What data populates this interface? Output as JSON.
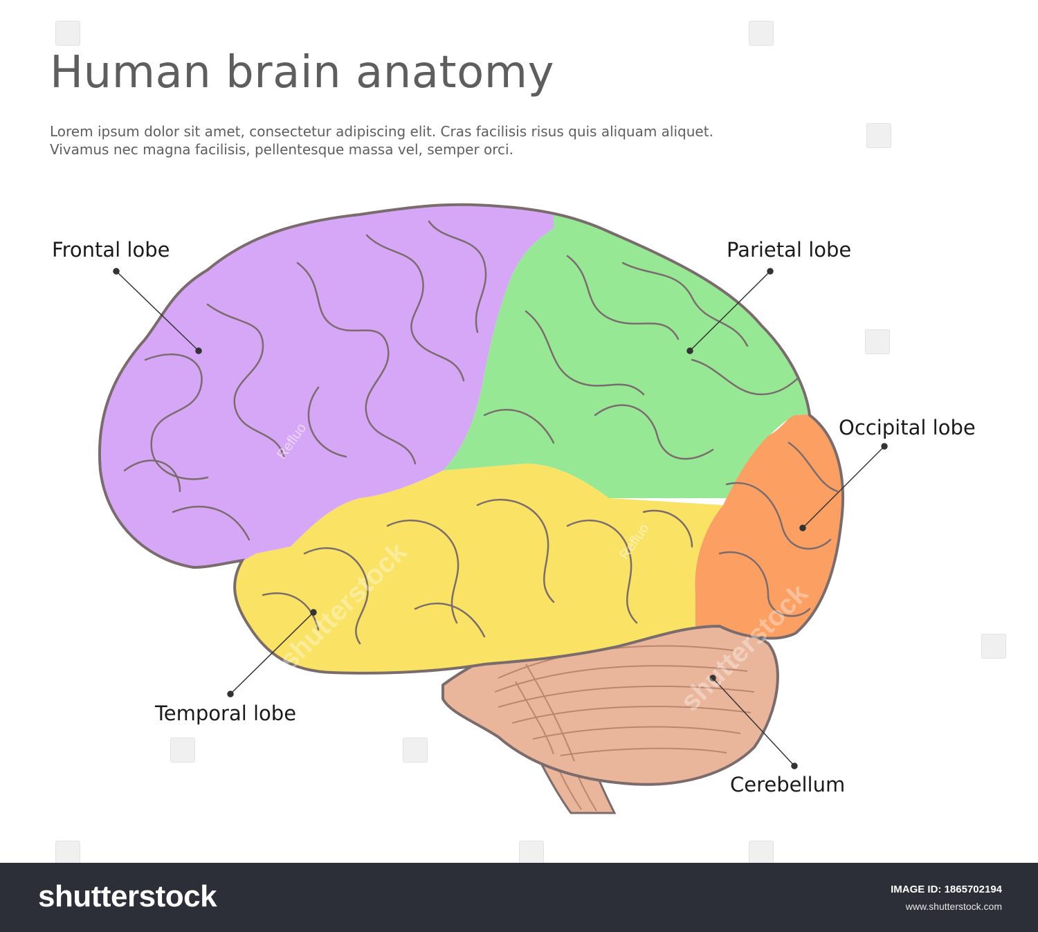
{
  "title": "Human brain anatomy",
  "description": {
    "line1": "Lorem ipsum dolor sit amet, consectetur adipiscing elit. Cras facilisis risus quis aliquam aliquet.",
    "line2": "Vivamus nec magna facilisis, pellentesque massa vel, semper orci."
  },
  "labels": {
    "frontal": "Frontal lobe",
    "parietal": "Parietal lobe",
    "occipital": "Occipital lobe",
    "temporal": "Temporal lobe",
    "cerebellum": "Cerebellum"
  },
  "colors": {
    "frontal": "#d6a6f7",
    "parietal": "#97e895",
    "occipital": "#fb9f63",
    "temporal": "#f9e264",
    "cerebellum": "#e9b59b",
    "outline": "#7a6c6c"
  },
  "watermark": {
    "text": "Refluo",
    "brand": "shutterstock"
  },
  "footer": {
    "brand": "shutterstock",
    "image_id": "IMAGE ID: 1865702194",
    "site": "www.shutterstock.com"
  }
}
